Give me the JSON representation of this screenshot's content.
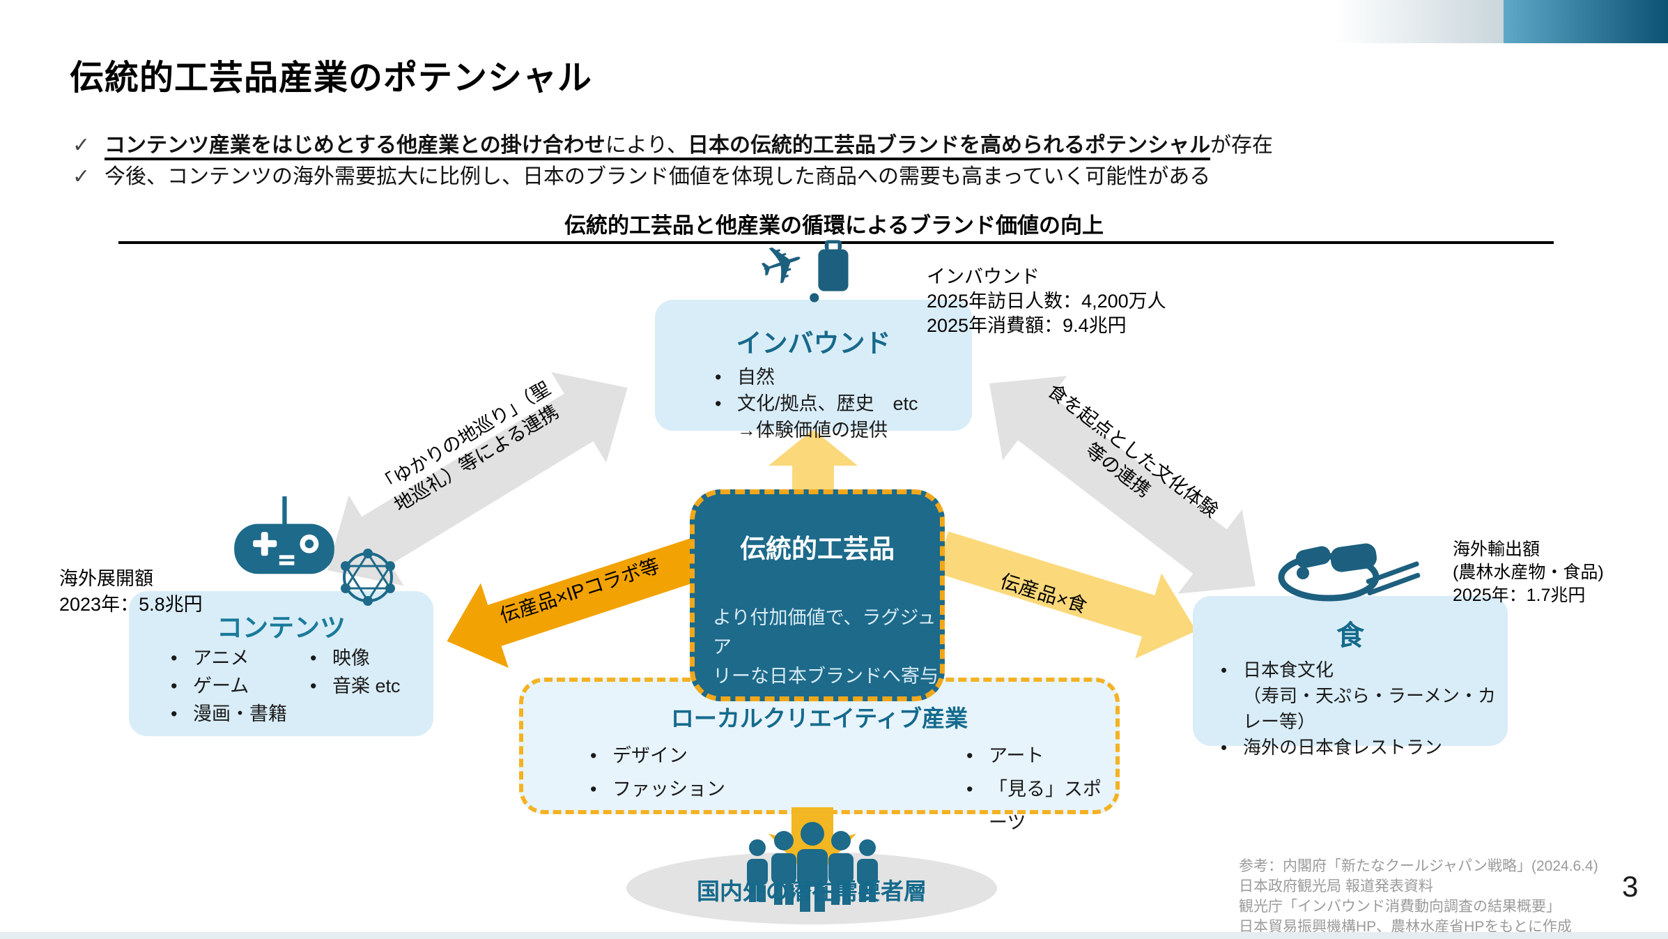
{
  "title": "伝統的工芸品産業のポテンシャル",
  "check_mark": "✓",
  "checklist": {
    "line1_seg1": "コンテンツ産業をはじめとする他産業との掛け合わせ",
    "line1_seg2": "により、",
    "line1_seg3": "日本の伝統的工芸品ブランドを高められるポテンシャル",
    "line1_seg4": "が存在",
    "line2": "今後、コンテンツの海外需要拡大に比例し、日本のブランド価値を体現した商品への需要も高まっていく可能性がある"
  },
  "diagram": {
    "heading": "伝統的工芸品と他産業の循環によるブランド価値の向上",
    "inbound": {
      "icon": "airplane-suitcase-icon",
      "label": "インバウンド",
      "item1": "自然",
      "item2": "文化/拠点、歴史　etc",
      "item3": "→体験価値の提供",
      "note1": "インバウンド",
      "note2": "2025年訪日人数：4,200万人",
      "note3": "2025年消費額：9.4兆円"
    },
    "craft": {
      "label": "伝統的工芸品",
      "body1": "より付加価値で、ラグジュア",
      "body2": "リーな日本ブランドへ寄与"
    },
    "content": {
      "icon1": "game-controller-icon",
      "icon2": "network-icon",
      "label": "コンテンツ",
      "item1": "アニメ",
      "item2": "ゲーム",
      "item3": "漫画・書籍",
      "item4": "映像",
      "item5": "音楽 etc",
      "note1": "海外展開額",
      "note2": "2023年：5.8兆円"
    },
    "food": {
      "icon": "sushi-plate-icon",
      "label": "食",
      "item1": "日本食文化",
      "item2": "（寿司・天ぷら・ラーメン・カレー等）",
      "item3": "海外の日本食レストラン",
      "note1": "海外輸出額",
      "note2": "(農林水産物・食品)",
      "note3": "2025年：1.7兆円"
    },
    "local_creative": {
      "label": "ローカルクリエイティブ産業",
      "item1": "デザイン",
      "item2": "ファッション",
      "item3": "アート",
      "item4": "「見る」スポーツ"
    },
    "demand": {
      "icon": "people-group-icon",
      "label": "国内外の潜在需要者層"
    },
    "arrows": {
      "content_inbound_line1": "「ゆかりの地巡り」（聖",
      "content_inbound_line2": "地巡礼）等による連携",
      "food_inbound_line1": "食を起点とした文化体験",
      "food_inbound_line2": "等の連携",
      "craft_content": "伝産品×IPコラボ等",
      "craft_food": "伝産品×食"
    }
  },
  "footer": {
    "ref1": "参考：内閣府「新たなクールジャパン戦略」(2024.6.4)",
    "ref2": "日本政府観光局 報道発表資料",
    "ref3": "観光庁「インバウンド消費動向調査の結果概要」",
    "ref4": "日本貿易振興機構HP、農林水産省HPをもとに作成",
    "page_number": "3"
  },
  "colors": {
    "teal_dark": "#1d6a8a",
    "box_blue": "#d9edf8",
    "accent_orange": "#f2a202",
    "accent_yellow": "#fbd87a",
    "connector_yellow": "#f2b722",
    "arrow_gray": "#e1e1e1"
  }
}
